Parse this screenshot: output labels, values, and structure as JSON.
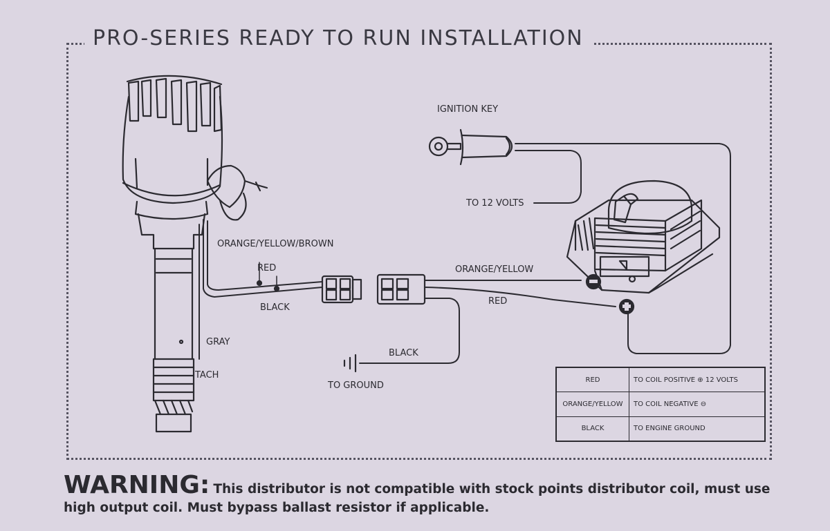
{
  "title": "PRO-SERIES READY TO RUN INSTALLATION",
  "labels": {
    "ignition_key": "IGNITION KEY",
    "to_12_volts": "TO 12 VOLTS",
    "orange_yellow_brown": "ORANGE/YELLOW/BROWN",
    "red_left": "RED",
    "black_left": "BLACK",
    "orange_yellow": "ORANGE/YELLOW",
    "red_right": "RED",
    "gray": "GRAY",
    "tach": "TACH",
    "black_ground": "BLACK",
    "to_ground": "TO GROUND"
  },
  "table": {
    "rows": [
      {
        "wire": "RED",
        "connection": "TO COIL POSITIVE ⊕ 12 VOLTS"
      },
      {
        "wire": "ORANGE/YELLOW",
        "connection": "TO COIL NEGATIVE ⊖"
      },
      {
        "wire": "BLACK",
        "connection": "TO ENGINE GROUND"
      }
    ]
  },
  "warning": {
    "heading": "WARNING:",
    "text1": "This distributor is not compatible with stock points distributor coil, must use",
    "text2": "high output coil. Must bypass ballast resistor if applicable."
  },
  "colors": {
    "background": "#dcd6e2",
    "ink": "#2b2a30"
  }
}
